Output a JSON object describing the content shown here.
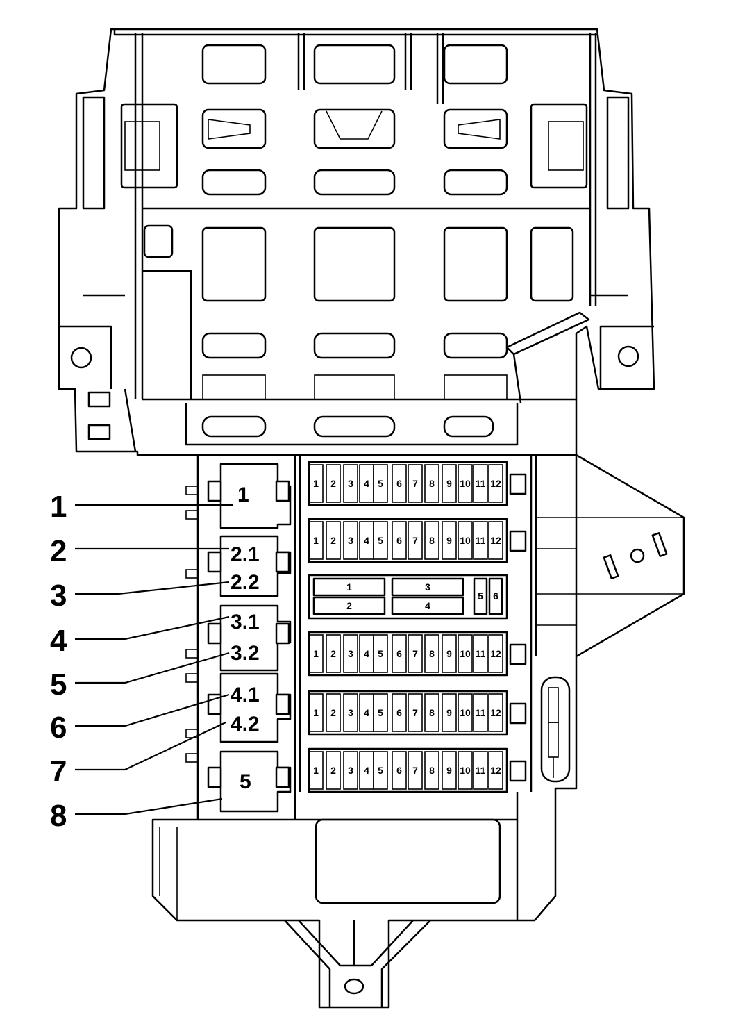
{
  "callouts": [
    {
      "id": "1",
      "label": "1"
    },
    {
      "id": "2",
      "label": "2"
    },
    {
      "id": "3",
      "label": "3"
    },
    {
      "id": "4",
      "label": "4"
    },
    {
      "id": "5",
      "label": "5"
    },
    {
      "id": "6",
      "label": "6"
    },
    {
      "id": "7",
      "label": "7"
    },
    {
      "id": "8",
      "label": "8"
    }
  ],
  "relays": [
    {
      "label": "1"
    },
    {
      "label": "2.1"
    },
    {
      "label": "2.2"
    },
    {
      "label": "3.1"
    },
    {
      "label": "3.2"
    },
    {
      "label": "4.1"
    },
    {
      "label": "4.2"
    },
    {
      "label": "5"
    }
  ],
  "fuse_strip_labels": [
    "1",
    "2",
    "3",
    "4",
    "5",
    "6",
    "7",
    "8",
    "9",
    "10",
    "11",
    "12"
  ],
  "maxi_block_labels": [
    "1",
    "2",
    "3",
    "4",
    "5",
    "6"
  ]
}
